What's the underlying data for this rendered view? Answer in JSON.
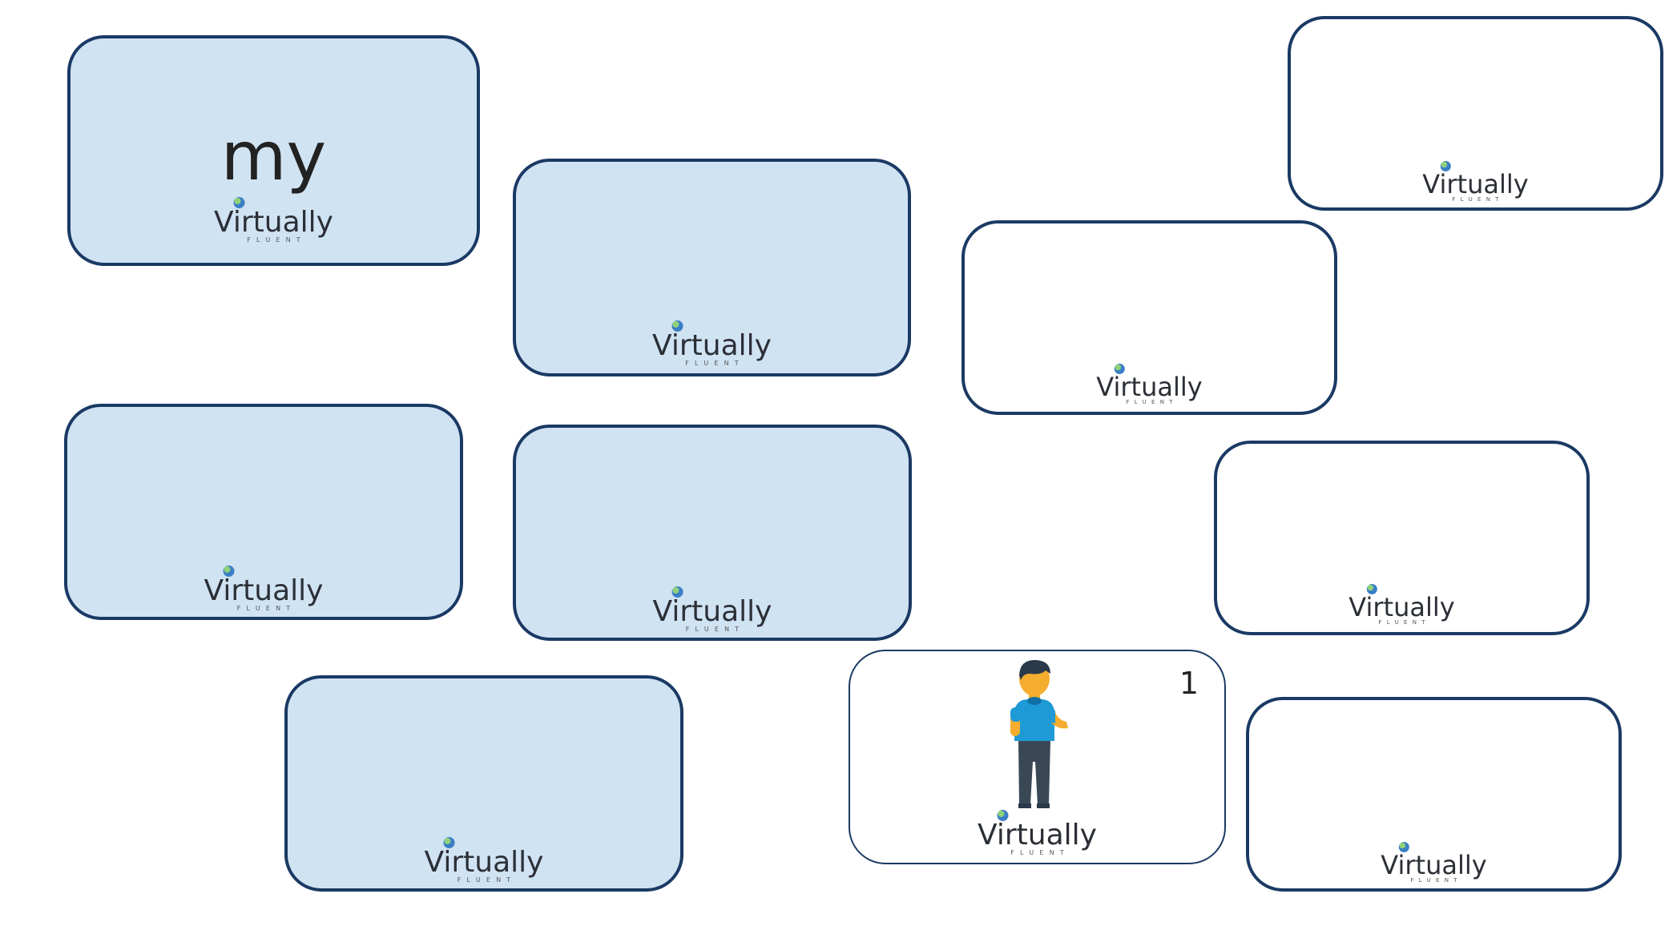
{
  "colors": {
    "card_border": "#1a3a64",
    "card_blue_fill": "#d0e3f3",
    "card_white_fill": "#ffffff",
    "logo_text": "#2b2f36"
  },
  "brand": {
    "logo_text": "Virtually",
    "logo_subtext": "FLUENT"
  },
  "cards": [
    {
      "id": "card-1",
      "fill": "blue",
      "word": "my"
    },
    {
      "id": "card-2",
      "fill": "blue"
    },
    {
      "id": "card-3",
      "fill": "white"
    },
    {
      "id": "card-4",
      "fill": "white"
    },
    {
      "id": "card-5",
      "fill": "blue"
    },
    {
      "id": "card-6",
      "fill": "blue"
    },
    {
      "id": "card-7",
      "fill": "white"
    },
    {
      "id": "card-8",
      "fill": "blue"
    },
    {
      "id": "card-9",
      "fill": "white",
      "number": "1",
      "icon": "person-pointing-self-icon"
    },
    {
      "id": "card-10",
      "fill": "white"
    }
  ]
}
